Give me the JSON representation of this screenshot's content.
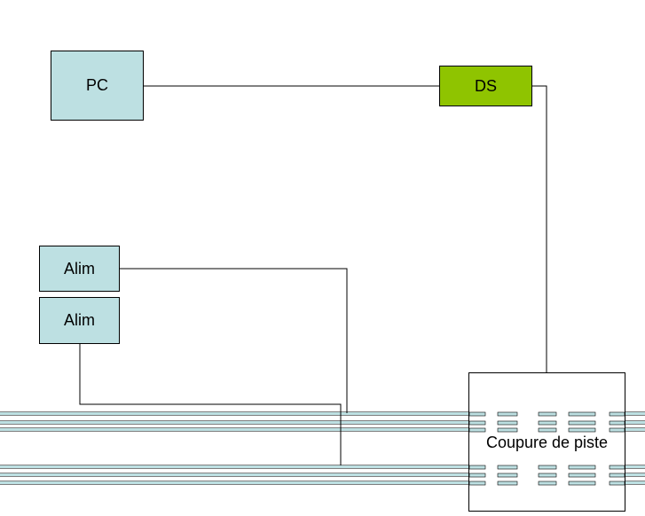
{
  "colors": {
    "device_fill": "#bde0e2",
    "ds_fill": "#8fc400",
    "track_rail": "#bde0e2",
    "line": "#000000"
  },
  "nodes": {
    "pc": {
      "label": "PC"
    },
    "ds": {
      "label": "DS"
    },
    "alim_top": {
      "label": "Alim"
    },
    "alim_bottom": {
      "label": "Alim"
    },
    "track_cut": {
      "label": "Coupure de piste"
    }
  }
}
